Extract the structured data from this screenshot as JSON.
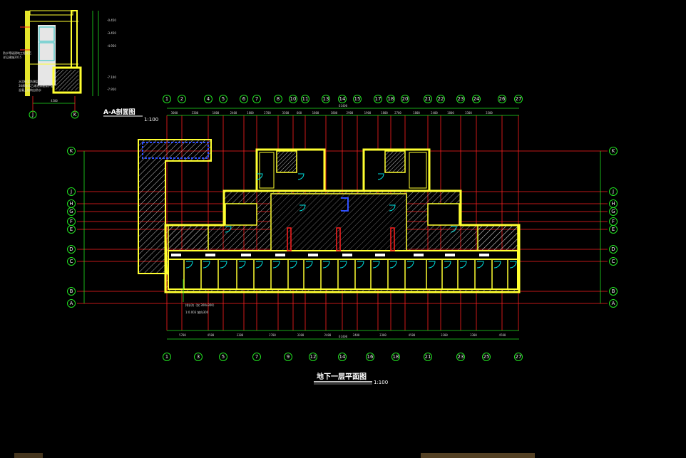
{
  "main_plan": {
    "title": "地下一层平面图",
    "scale": "1:100",
    "top_axes": [
      "1",
      "2",
      "4",
      "5",
      "6",
      "7",
      "8",
      "10",
      "11",
      "13",
      "14",
      "15",
      "17",
      "18",
      "20",
      "21",
      "22",
      "23",
      "24",
      "26",
      "27"
    ],
    "bottom_axes": [
      "1",
      "3",
      "5",
      "7",
      "9",
      "12",
      "14",
      "16",
      "18",
      "21",
      "23",
      "25",
      "27"
    ],
    "row_axes": [
      "K",
      "J",
      "H",
      "G",
      "F",
      "E",
      "D",
      "C",
      "B",
      "A"
    ],
    "overall_dimension": "61400",
    "top_dims": [
      "3000",
      "3300",
      "1800",
      "2400",
      "1800",
      "2700",
      "3300",
      "600",
      "1800",
      "1800",
      "2900",
      "1900",
      "1800",
      "2700",
      "1800",
      "2400",
      "1800",
      "3300",
      "3300"
    ],
    "bottom_dims": [
      "5700",
      "4500",
      "3300",
      "2700",
      "3300",
      "2400",
      "2400",
      "3300",
      "4500",
      "3300",
      "3300",
      "4500"
    ],
    "note": "排水沟（仅 300x300）\n1:0.003 坡向300"
  },
  "section": {
    "title": "A-A剖面图",
    "scale": "1:100",
    "axes": [
      "J",
      "K"
    ],
    "elevations": [
      "-0.450",
      "-3.450",
      "-4.950",
      "-7.100",
      "-7.950"
    ],
    "notes": [
      "防水等级建筑工程规范",
      "详见建施2015",
      "水泥砂浆防潮层做法",
      "30厚聚苯乙烯泡沫板保护层",
      "混凝土结构自防水"
    ]
  },
  "colors": {
    "background": "#000000",
    "grid": "#ff2020",
    "wall": "#ffff30",
    "axis_circle": "#20e020",
    "dimension": "#20e020",
    "hatch": "#c8c8c8",
    "door": "#00e0e0",
    "accent_blue": "#3050ff"
  }
}
